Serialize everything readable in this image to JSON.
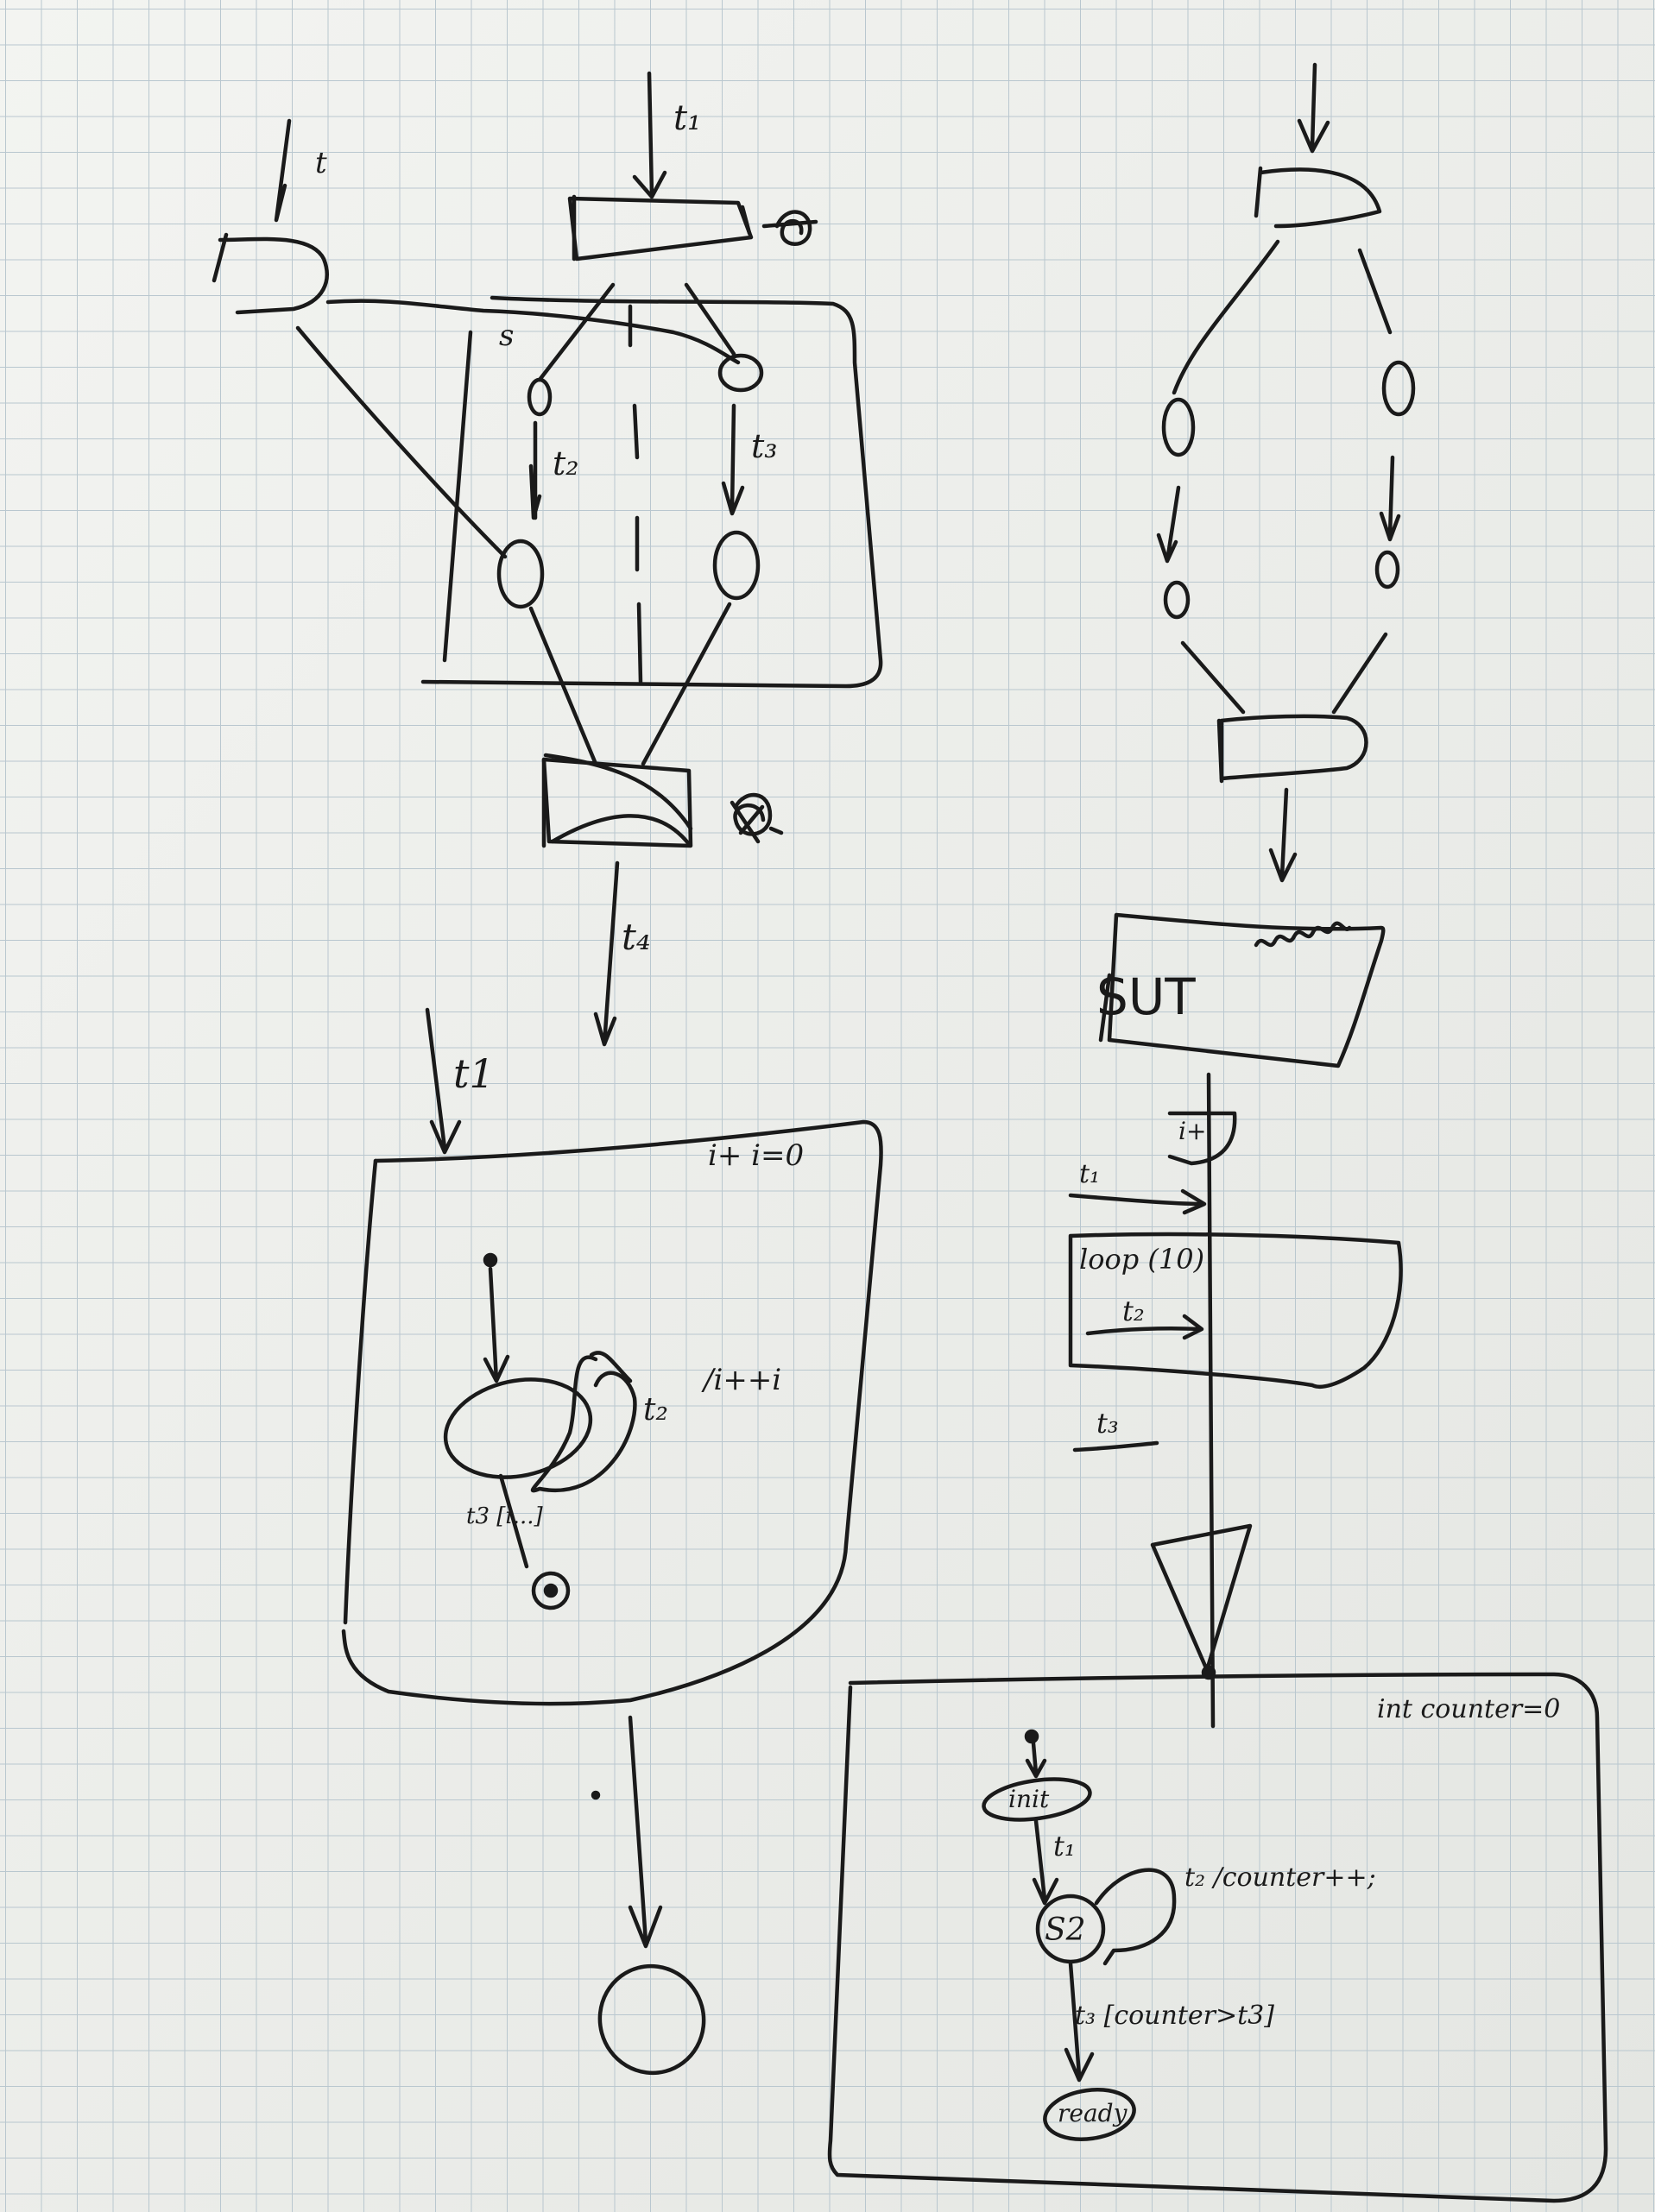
{
  "paper": {
    "background": "#eeefeb",
    "grid_color": "#b9c7cf",
    "ink_color": "#1a1a1a"
  },
  "labels": {
    "top_left_t1": "t₁",
    "top_left_t": "t",
    "top_left_s": "s",
    "top_left_t2": "t₂",
    "top_left_t3": "t₃",
    "top_left_t4": "t₄",
    "middle_left_t1": "t1",
    "middle_left_init": "i+ i=0",
    "middle_left_t2": "t₂",
    "middle_left_action": "/i++i",
    "middle_left_t3_guard": "t3 [i...]",
    "right_sut": "SUT",
    "right_int_box": "i+",
    "right_t1": "t₁",
    "right_loop": "loop (10)",
    "right_t2": "t₂",
    "right_t3": "t₃",
    "bottom_right_init": "int counter=0",
    "bottom_right_state_init": "init",
    "bottom_right_t1": "t₁",
    "bottom_right_s2": "S2",
    "bottom_right_t2_action": "t₂ /counter++;",
    "bottom_right_t3_guard": "t₃ [counter>t3]",
    "bottom_right_ready": "ready"
  }
}
